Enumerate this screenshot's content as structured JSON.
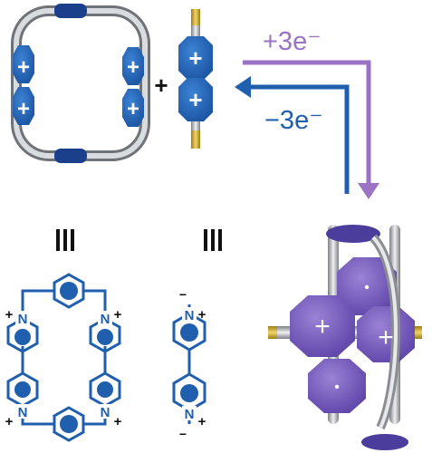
{
  "reaction": {
    "plus_sign": "+",
    "reduction_label": "+3e⁻",
    "oxidation_label": "−3e⁻",
    "reduction_color": "#9b72c4",
    "oxidation_color": "#1f5fae"
  },
  "cartoons": {
    "charge_symbol": "+",
    "radical_symbol": "•",
    "cation_color": "#1f5fae",
    "radical_color": "#7b5bb5",
    "linker_color": "#b9bcc0",
    "stopper_color": "#d4b03a"
  },
  "equivalence": {
    "symbol": "≡"
  },
  "structures": {
    "n_label": "N",
    "plus_label": "+",
    "minus_label": "−"
  }
}
